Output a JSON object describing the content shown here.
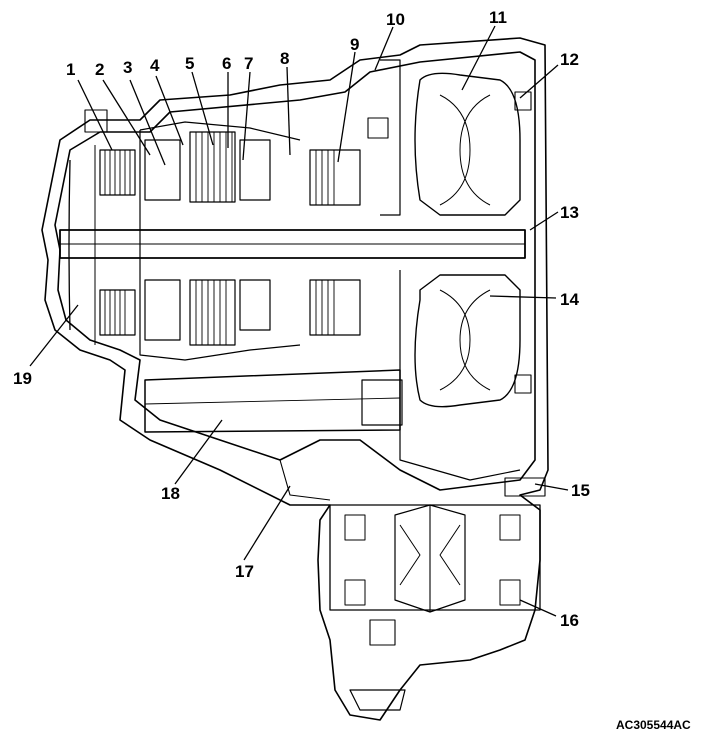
{
  "figure_id": "AC305544AC",
  "callouts": [
    "1",
    "2",
    "3",
    "4",
    "5",
    "6",
    "7",
    "8",
    "9",
    "10",
    "11",
    "12",
    "13",
    "14",
    "15",
    "16",
    "17",
    "18",
    "19"
  ],
  "colors": {
    "ink": "#000000",
    "paper": "#ffffff"
  }
}
